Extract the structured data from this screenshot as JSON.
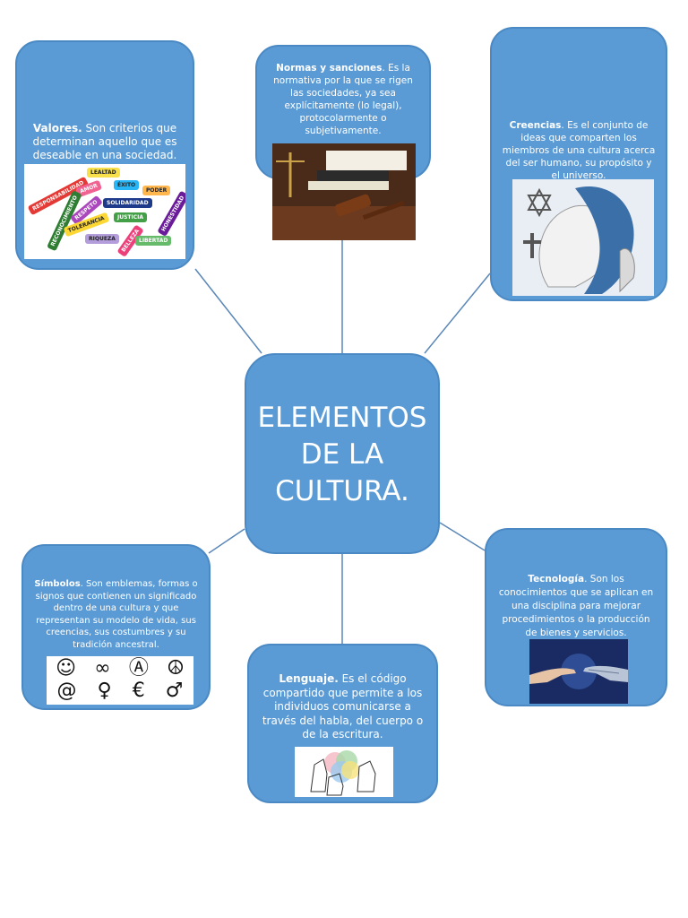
{
  "center": {
    "title": "ELEMENTOS\nDE LA\nCULTURA."
  },
  "nodes": {
    "valores": {
      "term": "Valores.",
      "text": " Son criterios que determinan aquello que es deseable en una sociedad."
    },
    "normas": {
      "term": "Normas y sanciones",
      "text": ". Es la normativa por la que se rigen las sociedades, ya sea explícitamente (lo legal), protocolarmente o subjetivamente."
    },
    "creencias": {
      "term": "Creencias",
      "text": ". Es el conjunto de ideas que comparten los miembros de una cultura acerca del ser humano, su propósito y el universo."
    },
    "simbolos": {
      "term": "Símbolos",
      "text": ". Son emblemas, formas o signos que contienen un significado dentro de una cultura y que representan su modelo de vida, sus creencias, sus costumbres y su tradición ancestral."
    },
    "lenguaje": {
      "term": "Lenguaje.",
      "text": " Es el código compartido que permite a los individuos comunicarse a través del habla, del cuerpo o de la escritura."
    },
    "tecnologia": {
      "term": "Tecnología",
      "text": ". Son los conocimientos que se aplican en una disciplina para mejorar procedimientos o la producción de bienes y servicios."
    }
  },
  "values_words": [
    "LEALTAD",
    "RESPONSABILIDAD",
    "AMOR",
    "ÉXITO",
    "PODER",
    "RECONOCIMIENTO",
    "RESPETO",
    "SOLIDARIDAD",
    "HONESTIDAD",
    "TOLERANCIA",
    "JUSTICIA",
    "RIQUEZA",
    "BELLEZA",
    "LIBERTAD"
  ],
  "symbols": [
    "☺",
    "∞",
    "Ⓐ",
    "☮",
    "@",
    "♀",
    "€",
    "♂"
  ],
  "colors": {
    "node": "#5b9bd5",
    "border": "#4a89c3",
    "connector": "#5b87b8"
  }
}
